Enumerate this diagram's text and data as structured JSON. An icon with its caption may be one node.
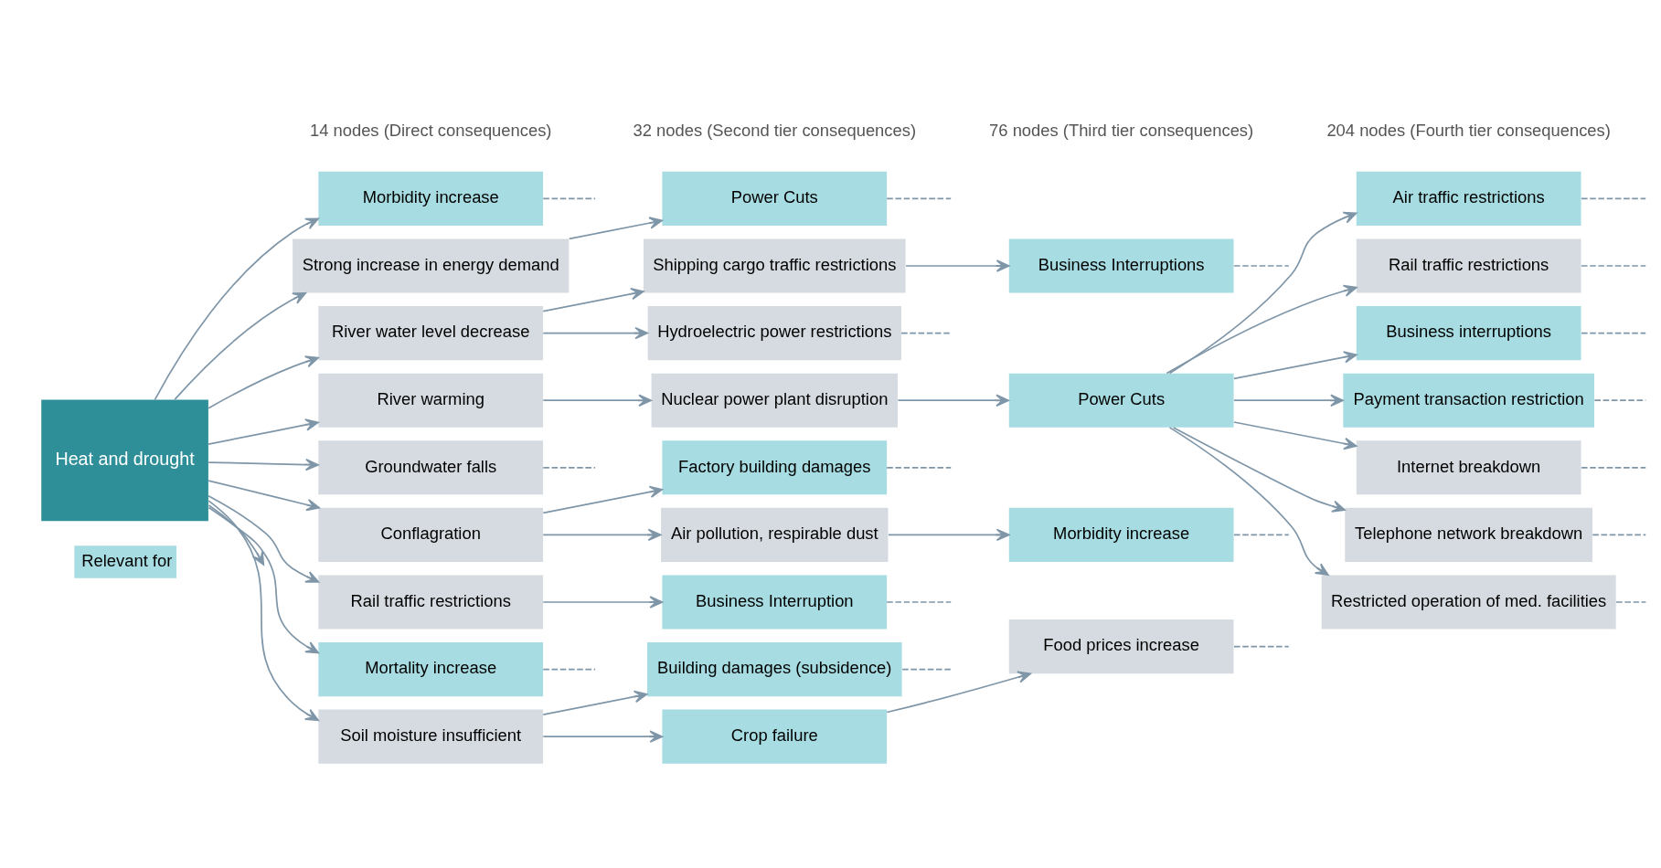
{
  "diagram": {
    "nodes": [
      {
        "text": [
          "Heat and drought"
        ]
      },
      {
        "text": [
          "Morbidity increase"
        ]
      },
      {
        "text": [
          "Strong increase in energy demand"
        ]
      },
      {
        "text": [
          "River water level decrease"
        ]
      },
      {
        "text": [
          "River warming"
        ]
      },
      {
        "text": [
          "Groundwater falls"
        ]
      },
      {
        "text": [
          "Conflagration"
        ]
      },
      {
        "text": [
          "Rail traffic restrictions"
        ]
      },
      {
        "text": [
          "Mortality increase"
        ]
      },
      {
        "text": [
          "Soil moisture insufficient"
        ]
      },
      {
        "text": [
          "Power Cuts"
        ]
      },
      {
        "text": [
          "Shipping cargo traffic restrictions"
        ]
      },
      {
        "text": [
          "Hydroelectric power restrictions"
        ]
      },
      {
        "text": [
          "Nuclear power plant disruption"
        ]
      },
      {
        "text": [
          "Factory building damages"
        ]
      },
      {
        "text": [
          "Air pollution, respirable dust"
        ]
      },
      {
        "text": [
          "Business Interruption"
        ]
      },
      {
        "text": [
          "Building damages (subsidence)"
        ]
      },
      {
        "text": [
          "Crop failure"
        ]
      },
      {
        "text": [
          "Business Interruptions"
        ]
      },
      {
        "text": [
          "Power Cuts"
        ]
      },
      {
        "text": [
          "Morbidity increase"
        ]
      },
      {
        "text": [
          "Food prices increase"
        ]
      },
      {
        "text": [
          "Air traffic restrictions"
        ]
      },
      {
        "text": [
          "Rail traffic restrictions"
        ]
      },
      {
        "text": [
          "Business interruptions"
        ]
      },
      {
        "text": [
          "Payment transaction restriction"
        ]
      },
      {
        "text": [
          "Internet breakdown"
        ]
      },
      {
        "text": [
          "Telephone network breakdown"
        ]
      },
      {
        "text": [
          "Restricted operation of med. facilities"
        ]
      }
    ],
    "edges": [
      {
        "from": 0,
        "to": 1,
        "arrow": "to"
      },
      {
        "from": 0,
        "to": 2,
        "arrow": "to"
      },
      {
        "from": 0,
        "to": 3,
        "arrow": "to"
      },
      {
        "from": 0,
        "to": 4,
        "arrow": "to"
      },
      {
        "from": 0,
        "to": 5,
        "arrow": "to"
      },
      {
        "from": 0,
        "to": 6,
        "arrow": "to"
      },
      {
        "from": 0,
        "to": 7,
        "arrow": "to"
      },
      {
        "from": 0,
        "to": 8,
        "arrow": "to"
      },
      {
        "from": 0,
        "to": 9,
        "arrow": "to"
      },
      {
        "from": 0,
        "to": null,
        "arrow": "to"
      },
      {
        "from": 2,
        "to": 10,
        "arrow": "to"
      },
      {
        "from": 3,
        "to": 11,
        "arrow": "to"
      },
      {
        "from": 3,
        "to": 12,
        "arrow": "to"
      },
      {
        "from": 4,
        "to": 13,
        "arrow": "to"
      },
      {
        "from": 6,
        "to": 14,
        "arrow": "to"
      },
      {
        "from": 6,
        "to": 15,
        "arrow": "to"
      },
      {
        "from": 7,
        "to": 16,
        "arrow": "to"
      },
      {
        "from": 9,
        "to": 17,
        "arrow": "to"
      },
      {
        "from": 9,
        "to": 18,
        "arrow": "to"
      },
      {
        "from": 11,
        "to": 19,
        "arrow": "to"
      },
      {
        "from": 13,
        "to": 20,
        "arrow": "to"
      },
      {
        "from": 15,
        "to": 21,
        "arrow": "to"
      },
      {
        "from": 18,
        "to": 22,
        "arrow": "to"
      },
      {
        "from": 20,
        "to": 23,
        "arrow": "to"
      },
      {
        "from": 20,
        "to": 24,
        "arrow": "to"
      },
      {
        "from": 20,
        "to": 25,
        "arrow": "to"
      },
      {
        "from": 20,
        "to": 26,
        "arrow": "to"
      },
      {
        "from": 20,
        "to": 27,
        "arrow": "to"
      },
      {
        "from": 20,
        "to": 28,
        "arrow": "to"
      },
      {
        "from": 20,
        "to": 29,
        "arrow": "to"
      },
      {
        "from": 1,
        "to": null,
        "arrow": "none",
        "style": "dashed"
      },
      {
        "from": 5,
        "to": null,
        "arrow": "none",
        "style": "dashed"
      },
      {
        "from": 8,
        "to": null,
        "arrow": "none",
        "style": "dashed"
      },
      {
        "from": 10,
        "to": null,
        "arrow": "none",
        "style": "dashed"
      },
      {
        "from": 12,
        "to": null,
        "arrow": "none",
        "style": "dashed"
      },
      {
        "from": 14,
        "to": null,
        "arrow": "none",
        "style": "dashed"
      },
      {
        "from": 16,
        "to": null,
        "arrow": "none",
        "style": "dashed"
      },
      {
        "from": 17,
        "to": null,
        "arrow": "none",
        "style": "dashed"
      },
      {
        "from": 19,
        "to": null,
        "arrow": "none",
        "style": "dashed"
      },
      {
        "from": 21,
        "to": null,
        "arrow": "none",
        "style": "dashed"
      },
      {
        "from": 22,
        "to": null,
        "arrow": "none",
        "style": "dashed"
      },
      {
        "from": 23,
        "to": null,
        "arrow": "none",
        "style": "dashed"
      },
      {
        "from": 24,
        "to": null,
        "arrow": "none",
        "style": "dashed"
      },
      {
        "from": 25,
        "to": null,
        "arrow": "none",
        "style": "dashed"
      },
      {
        "from": 26,
        "to": null,
        "arrow": "none",
        "style": "dashed"
      },
      {
        "from": 27,
        "to": null,
        "arrow": "none",
        "style": "dashed"
      },
      {
        "from": 28,
        "to": null,
        "arrow": "none",
        "style": "dashed"
      },
      {
        "from": 29,
        "to": null,
        "arrow": "none",
        "style": "dashed"
      }
    ],
    "labels": [
      "14 nodes (Direct consequences)",
      "32 nodes (Second tier consequences)",
      "76 nodes (Third tier consequences)",
      "204 nodes (Fourth tier consequences)"
    ],
    "legend": [
      {
        "text": "Relevant for",
        "color": "#a6dce2"
      }
    ]
  }
}
